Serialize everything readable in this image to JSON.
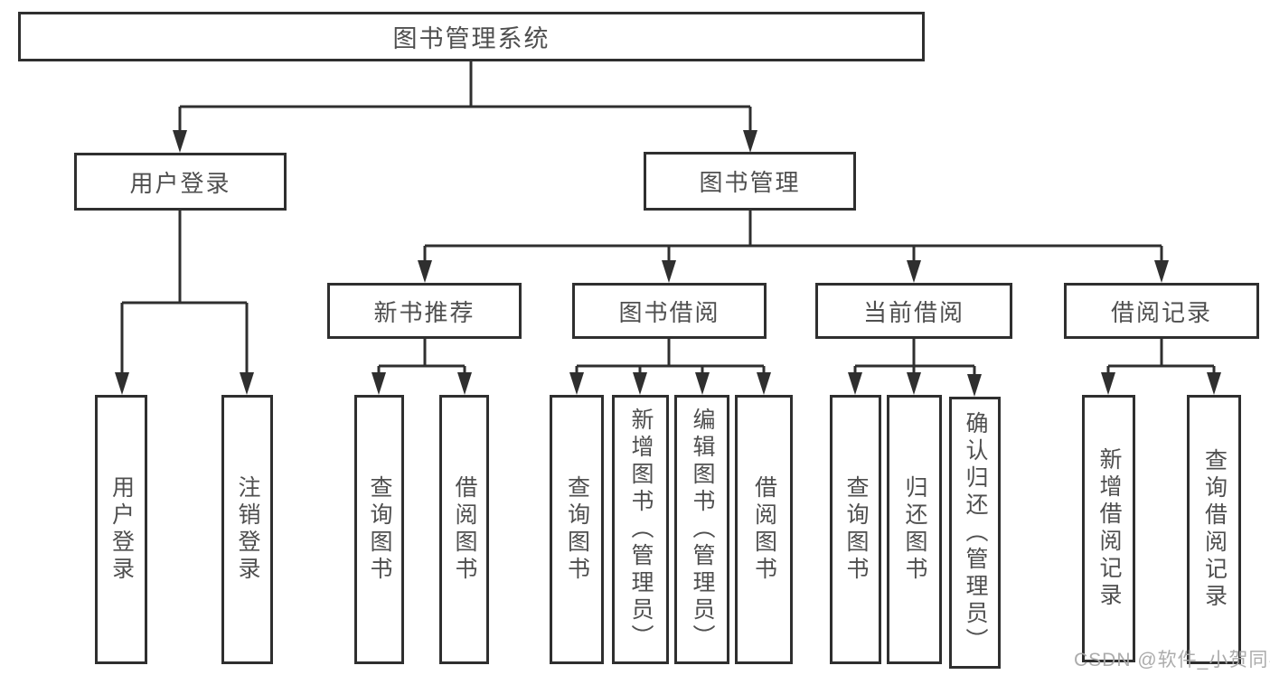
{
  "tree": {
    "label": "图书管理系统",
    "children": [
      {
        "label": "用户登录",
        "children": [
          {
            "label": "用户登录"
          },
          {
            "label": "注销登录"
          }
        ]
      },
      {
        "label": "图书管理",
        "children": [
          {
            "label": "新书推荐",
            "children": [
              {
                "label": "查询图书"
              },
              {
                "label": "借阅图书"
              }
            ]
          },
          {
            "label": "图书借阅",
            "children": [
              {
                "label": "查询图书"
              },
              {
                "label": "新增图书（管理员）"
              },
              {
                "label": "编辑图书（管理员）"
              },
              {
                "label": "借阅图书"
              }
            ]
          },
          {
            "label": "当前借阅",
            "children": [
              {
                "label": "查询图书"
              },
              {
                "label": "归还图书"
              },
              {
                "label": "确认归还（管理员）"
              }
            ]
          },
          {
            "label": "借阅记录",
            "children": [
              {
                "label": "新增借阅记录"
              },
              {
                "label": "查询借阅记录"
              }
            ]
          }
        ]
      }
    ]
  },
  "watermark": "CSDN @软件_小贺同学",
  "colors": {
    "line": "#2f2f2f",
    "box_border": "#2f2f2f",
    "text": "#4f4f4f",
    "watermark": "#a8a8a8",
    "background": "#ffffff"
  }
}
